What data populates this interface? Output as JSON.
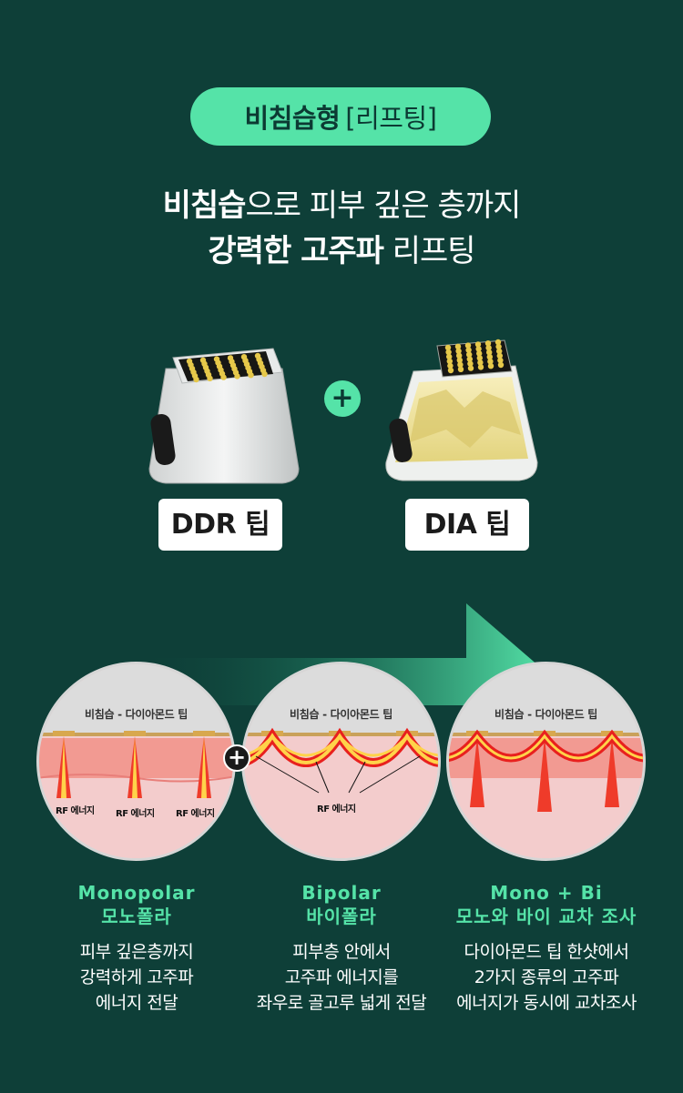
{
  "badge": {
    "bold": "비침습형",
    "light": "[리프팅]"
  },
  "headline": {
    "line1_bold": "비침습",
    "line1_rest": "으로 피부 깊은 층까지",
    "line2_bold": "강력한 고주파",
    "line2_rest": " 리프팅"
  },
  "tips": [
    {
      "label": "DDR 팁"
    },
    {
      "label": "DIA 팁"
    }
  ],
  "plus_symbol": "+",
  "circles": [
    {
      "title": "비침습 - 다이아몬드 팁",
      "rf": [
        "RF 에너지",
        "RF 에너지",
        "RF 에너지"
      ]
    },
    {
      "title": "비침습 - 다이아몬드 팁",
      "rf": [
        "RF 에너지"
      ]
    },
    {
      "title": "비침습 - 다이아몬드 팁",
      "rf": []
    }
  ],
  "columns": [
    {
      "title_en": "Monopolar",
      "title_ko": "모노폴라",
      "desc": [
        "피부 깊은층까지",
        "강력하게 고주파",
        "에너지 전달"
      ]
    },
    {
      "title_en": "Bipolar",
      "title_ko": "바이폴라",
      "desc": [
        "피부층 안에서",
        "고주파 에너지를",
        "좌우로 골고루 넓게 전달"
      ]
    },
    {
      "title_en": "Mono + Bi",
      "title_ko": "모노와 바이 교차 조사",
      "desc": [
        "다이아몬드 팁 한샷에서",
        "2가지 종류의 고주파",
        "에너지가 동시에 교차조사"
      ]
    }
  ],
  "colors": {
    "background": "#0e3f38",
    "accent": "#55e3a8",
    "skin": "#f2c4c4",
    "energy": "#e8201e"
  }
}
